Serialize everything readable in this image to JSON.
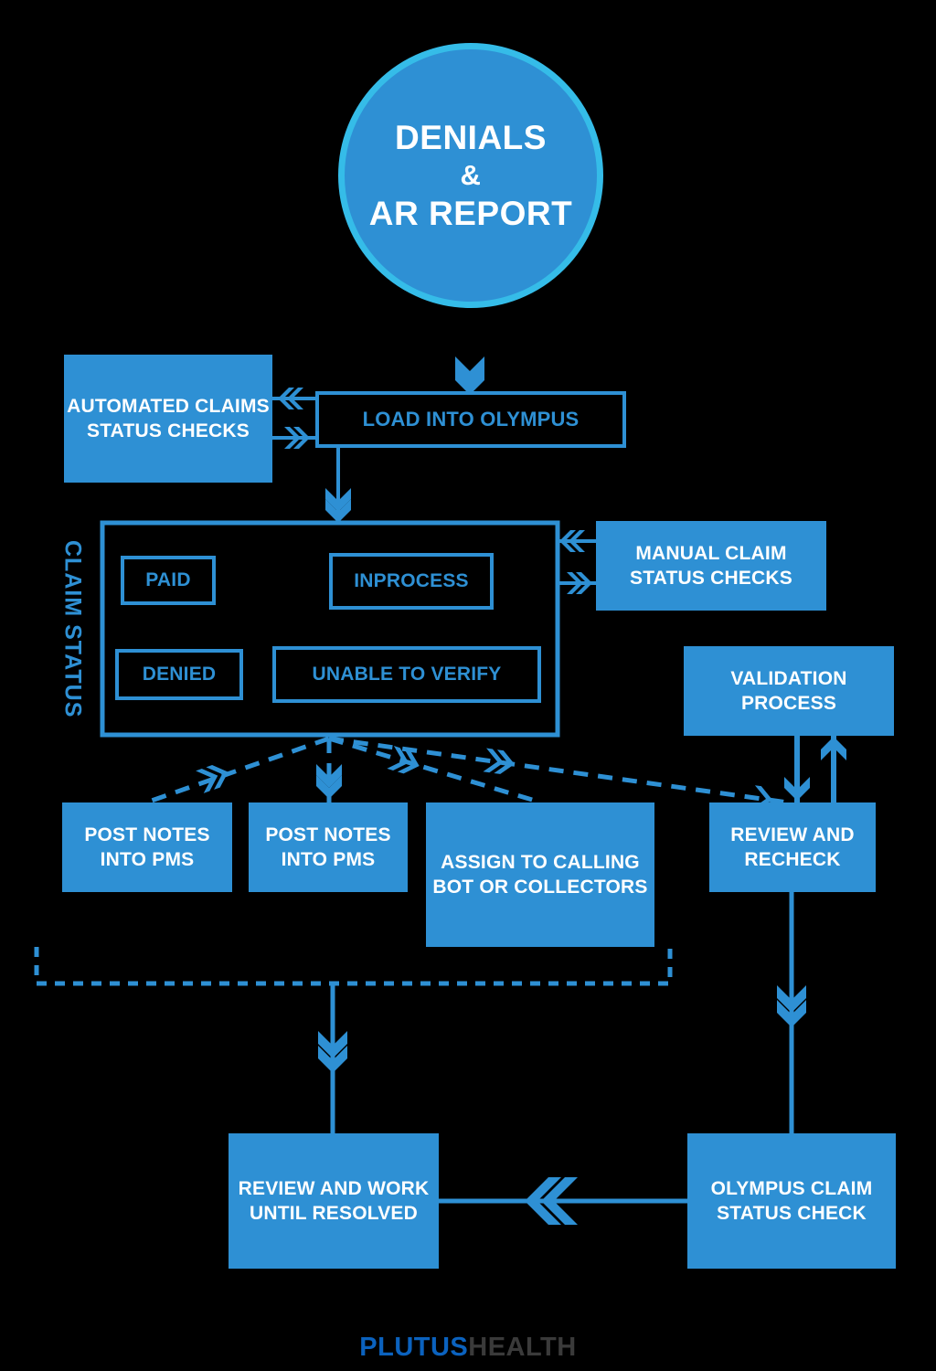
{
  "title": "Denials & AR Report Workflow",
  "colors": {
    "background": "#000000",
    "accent": "#2E90D4",
    "accent_light": "#35BCE8",
    "text_on_accent": "#FFFFFF",
    "logo_blue": "#0B62BE",
    "logo_gray": "#3A3A3A"
  },
  "hero": {
    "line1": "DENIALS",
    "line2": "&",
    "line3": "AR REPORT"
  },
  "nodes": {
    "automated_checks": "AUTOMATED CLAIMS STATUS CHECKS",
    "load_into_olympus": "LOAD INTO OLYMPUS",
    "claim_status_label": "CLAIM STATUS",
    "paid": "PAID",
    "inprocess": "INPROCESS",
    "denied": "DENIED",
    "unable_to_verify": "UNABLE TO VERIFY",
    "manual_checks": "MANUAL CLAIM STATUS CHECKS",
    "validation_process": "VALIDATION PROCESS",
    "post_notes_1": "POST NOTES INTO PMS",
    "post_notes_2": "POST NOTES INTO PMS",
    "assign_calling": "ASSIGN  TO CALLING BOT  OR COLLECTORS",
    "review_and_recheck": "REVIEW AND RECHECK",
    "review_work_resolved": "REVIEW  AND WORK UNTIL RESOLVED",
    "olympus_claim_status_check": "OLYMPUS CLAIM STATUS  CHECK"
  },
  "footer": {
    "logo_part1": "PLUTUS",
    "logo_part2": "HEALTH"
  },
  "chart_data": {
    "type": "diagram",
    "diagram_kind": "flowchart",
    "title": "DENIALS & AR REPORT",
    "nodes": [
      {
        "id": "hero",
        "label": "DENIALS & AR REPORT",
        "shape": "circle",
        "style": "filled"
      },
      {
        "id": "automated",
        "label": "AUTOMATED CLAIMS STATUS CHECKS",
        "shape": "rect",
        "style": "filled"
      },
      {
        "id": "load",
        "label": "LOAD INTO OLYMPUS",
        "shape": "rect",
        "style": "outlined"
      },
      {
        "id": "claim_status",
        "label": "CLAIM STATUS",
        "shape": "group",
        "style": "outlined"
      },
      {
        "id": "paid",
        "label": "PAID",
        "shape": "rect",
        "style": "outlined"
      },
      {
        "id": "inprocess",
        "label": "INPROCESS",
        "shape": "rect",
        "style": "outlined"
      },
      {
        "id": "denied",
        "label": "DENIED",
        "shape": "rect",
        "style": "outlined"
      },
      {
        "id": "unable",
        "label": "UNABLE TO VERIFY",
        "shape": "rect",
        "style": "outlined"
      },
      {
        "id": "manual",
        "label": "MANUAL CLAIM STATUS CHECKS",
        "shape": "rect",
        "style": "filled"
      },
      {
        "id": "validation",
        "label": "VALIDATION PROCESS",
        "shape": "rect",
        "style": "filled"
      },
      {
        "id": "post1",
        "label": "POST NOTES INTO PMS",
        "shape": "rect",
        "style": "filled"
      },
      {
        "id": "post2",
        "label": "POST NOTES INTO PMS",
        "shape": "rect",
        "style": "filled"
      },
      {
        "id": "assign",
        "label": "ASSIGN TO CALLING BOT OR COLLECTORS",
        "shape": "rect",
        "style": "filled"
      },
      {
        "id": "recheck",
        "label": "REVIEW AND RECHECK",
        "shape": "rect",
        "style": "filled"
      },
      {
        "id": "resolve",
        "label": "REVIEW AND WORK UNTIL RESOLVED",
        "shape": "rect",
        "style": "filled"
      },
      {
        "id": "olympus_check",
        "label": "OLYMPUS CLAIM STATUS CHECK",
        "shape": "rect",
        "style": "filled"
      }
    ],
    "edges": [
      {
        "from": "hero",
        "to": "load",
        "style": "solid",
        "direction": "down"
      },
      {
        "from": "load",
        "to": "automated",
        "style": "solid",
        "direction": "left"
      },
      {
        "from": "automated",
        "to": "load",
        "style": "solid",
        "direction": "right"
      },
      {
        "from": "load",
        "to": "claim_status",
        "style": "solid",
        "direction": "down"
      },
      {
        "from": "claim_status",
        "to": "manual",
        "style": "solid",
        "direction": "left"
      },
      {
        "from": "manual",
        "to": "claim_status",
        "style": "solid",
        "direction": "right"
      },
      {
        "from": "claim_status",
        "to": "post1",
        "style": "dashed",
        "direction": "down-left"
      },
      {
        "from": "claim_status",
        "to": "post2",
        "style": "dashed",
        "direction": "down"
      },
      {
        "from": "claim_status",
        "to": "assign",
        "style": "dashed",
        "direction": "down-right"
      },
      {
        "from": "claim_status",
        "to": "recheck",
        "style": "dashed",
        "direction": "down-right"
      },
      {
        "from": "validation",
        "to": "recheck",
        "style": "solid",
        "direction": "down"
      },
      {
        "from": "recheck",
        "to": "validation",
        "style": "solid",
        "direction": "up"
      },
      {
        "from": "post1,post2,assign",
        "to": "resolve",
        "style": "dashed-bracket",
        "direction": "down"
      },
      {
        "from": "recheck",
        "to": "olympus_check",
        "style": "solid",
        "direction": "down"
      },
      {
        "from": "olympus_check",
        "to": "resolve",
        "style": "solid",
        "direction": "left"
      }
    ]
  }
}
